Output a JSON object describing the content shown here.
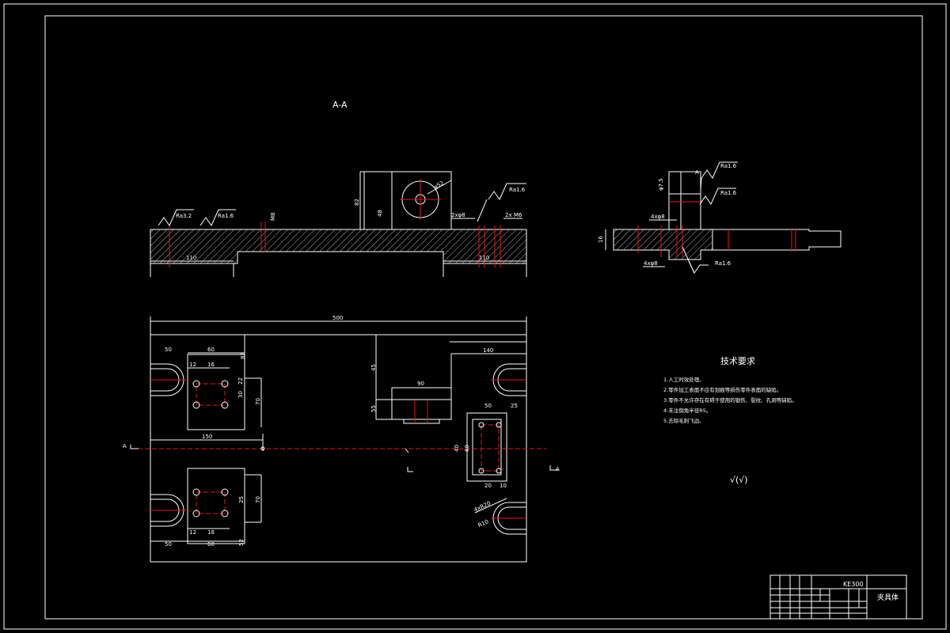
{
  "section": {
    "label": "A-A"
  },
  "roughness": {
    "r1": "Ra3.2",
    "r2": "Ra1.6",
    "r3": "Ra1.6",
    "r4": "Ra1.6",
    "r5": "Ra1.6",
    "r6": "Ra1.6"
  },
  "dims": {
    "section_left_110": "110",
    "section_right_110": "110",
    "m8": "M8",
    "hole_2x8": "2xφ8",
    "hole_2x6": "2x M6",
    "bore": "φ52",
    "height_82": "82",
    "height_48": "48",
    "plan_500": "500",
    "plan_140": "140",
    "plan_150": "150",
    "plan_50_left": "50",
    "plan_60_top": "60",
    "plan_16": "16",
    "plan_12_top": "12",
    "plan_22": "22",
    "plan_30": "30",
    "plan_70_top": "70",
    "plan_82": "82",
    "plan_45": "45",
    "plan_90": "90",
    "plan_55": "55",
    "plan_40": "40",
    "plan_20": "20",
    "plan_60": "60",
    "plan_50": "50",
    "plan_10": "10",
    "plan_25_right": "25",
    "plan_12_bottom": "12",
    "plan_18": "18",
    "plan_60_bottom": "60",
    "plan_50_bottom": "50",
    "plan_70_bottom": "70",
    "plan_25_bottom": "25",
    "plan_52_bottom": "52",
    "slot_4x": "4xR20",
    "slot_r10": "R10",
    "side_16": "16",
    "side_4x": "4xφ8",
    "side_4x2": "4xφ8",
    "side_top": "φ7.5",
    "side_a": "A"
  },
  "markers": {
    "a_left": "A",
    "a_right": "A"
  },
  "tech": {
    "title": "技术要求",
    "items": [
      "1.人工时效处理。",
      "2.零件加工表面不应有划痕等损伤零件表面的缺陷。",
      "3.零件不允许存在有碍于使用的锻伤、裂纹、孔洞等缺陷。",
      "4.未注倒角半径R5。",
      "5.去除毛刺飞边。"
    ],
    "roughness_mark": "√(√)"
  },
  "title_block": {
    "drawing_no": "KE300",
    "part_name": "夹具体"
  }
}
